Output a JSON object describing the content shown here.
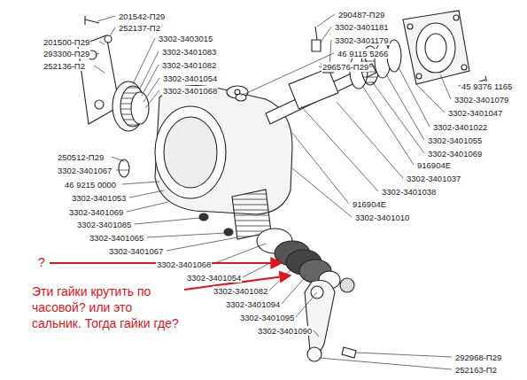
{
  "diagram": {
    "labels": [
      "201542-П29",
      "252137-П2",
      "3302-3403015",
      "3302-3401083",
      "3302-3401082",
      "201500-П29",
      "293300-П29",
      "252136-П2",
      "3302-3401054",
      "3302-3401068",
      "250512-П29",
      "3302-3401067",
      "46 9215 0000",
      "3302-3401053",
      "3302-3401069",
      "3302-3401085",
      "3302-3401065",
      "3302-3401067",
      "3302-3401068",
      "3302-3401054",
      "3302-3401082",
      "3302-3401094",
      "3302-3401095",
      "3302-3401090",
      "290487-П29",
      "3302-3401181",
      "3302-3401179",
      "46 9115 5266",
      "296576-П29",
      "45 9376 1165",
      "3302-3401079",
      "3302-3401047",
      "3302-3401022",
      "3302-3401055",
      "3302-3401069",
      "916904Е",
      "3302-3401037",
      "3302-3401038",
      "916904Е",
      "3302-3401010",
      "292968-П29",
      "252163-П2",
      "?",
      "Эти гайки крутить по часовой? или это сальник. Тогда гайки где?"
    ]
  }
}
